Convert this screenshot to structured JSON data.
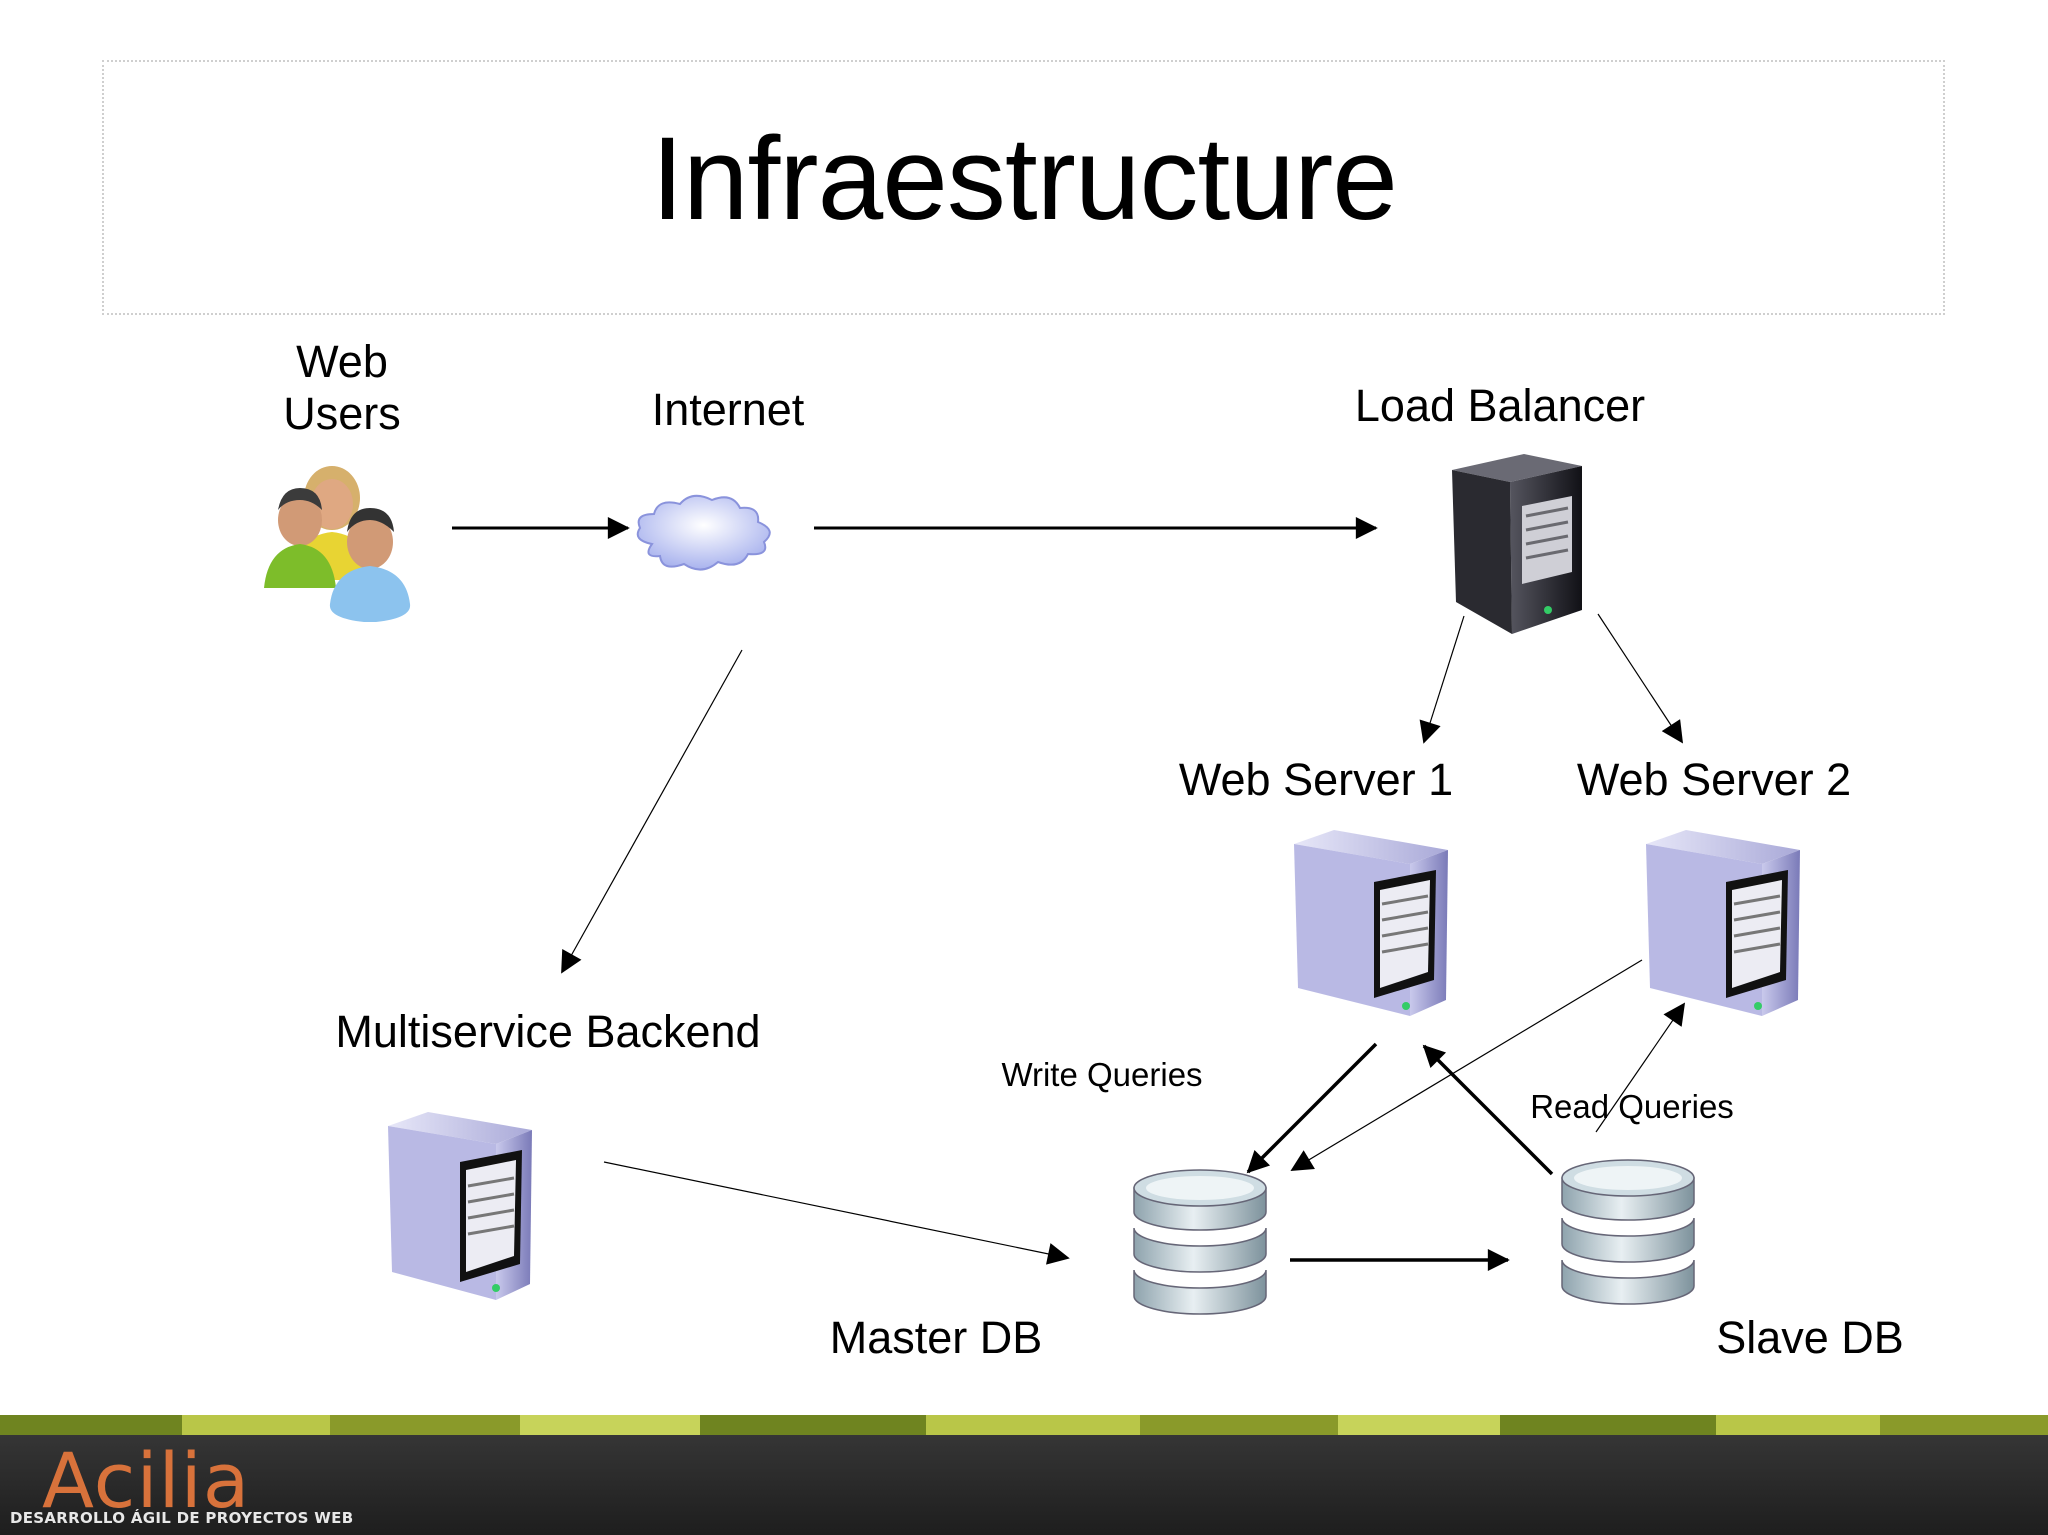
{
  "slide": {
    "title": "Infraestructure"
  },
  "nodes": {
    "web_users": {
      "line1": "Web",
      "line2": "Users"
    },
    "internet": "Internet",
    "load_balancer": "Load Balancer",
    "web_server_1": "Web Server 1",
    "web_server_2": "Web Server 2",
    "multiservice_backend": "Multiservice Backend",
    "master_db": "Master DB",
    "slave_db": "Slave DB"
  },
  "edges": {
    "write_queries": "Write Queries",
    "read_queries": "Read Queries"
  },
  "icons": {
    "users": "users-group-icon",
    "cloud": "cloud-icon",
    "load_balancer": "black-server-tower-icon",
    "server": "server-tower-icon",
    "database": "database-icon"
  },
  "footer": {
    "brand": "Acilia",
    "tagline": "DESARROLLO ÁGIL DE PROYECTOS WEB",
    "brand_color": "#d8723b",
    "stripe_colors": [
      "#8a9a2a",
      "#b9c648",
      "#6f8420",
      "#c7d35a"
    ]
  }
}
